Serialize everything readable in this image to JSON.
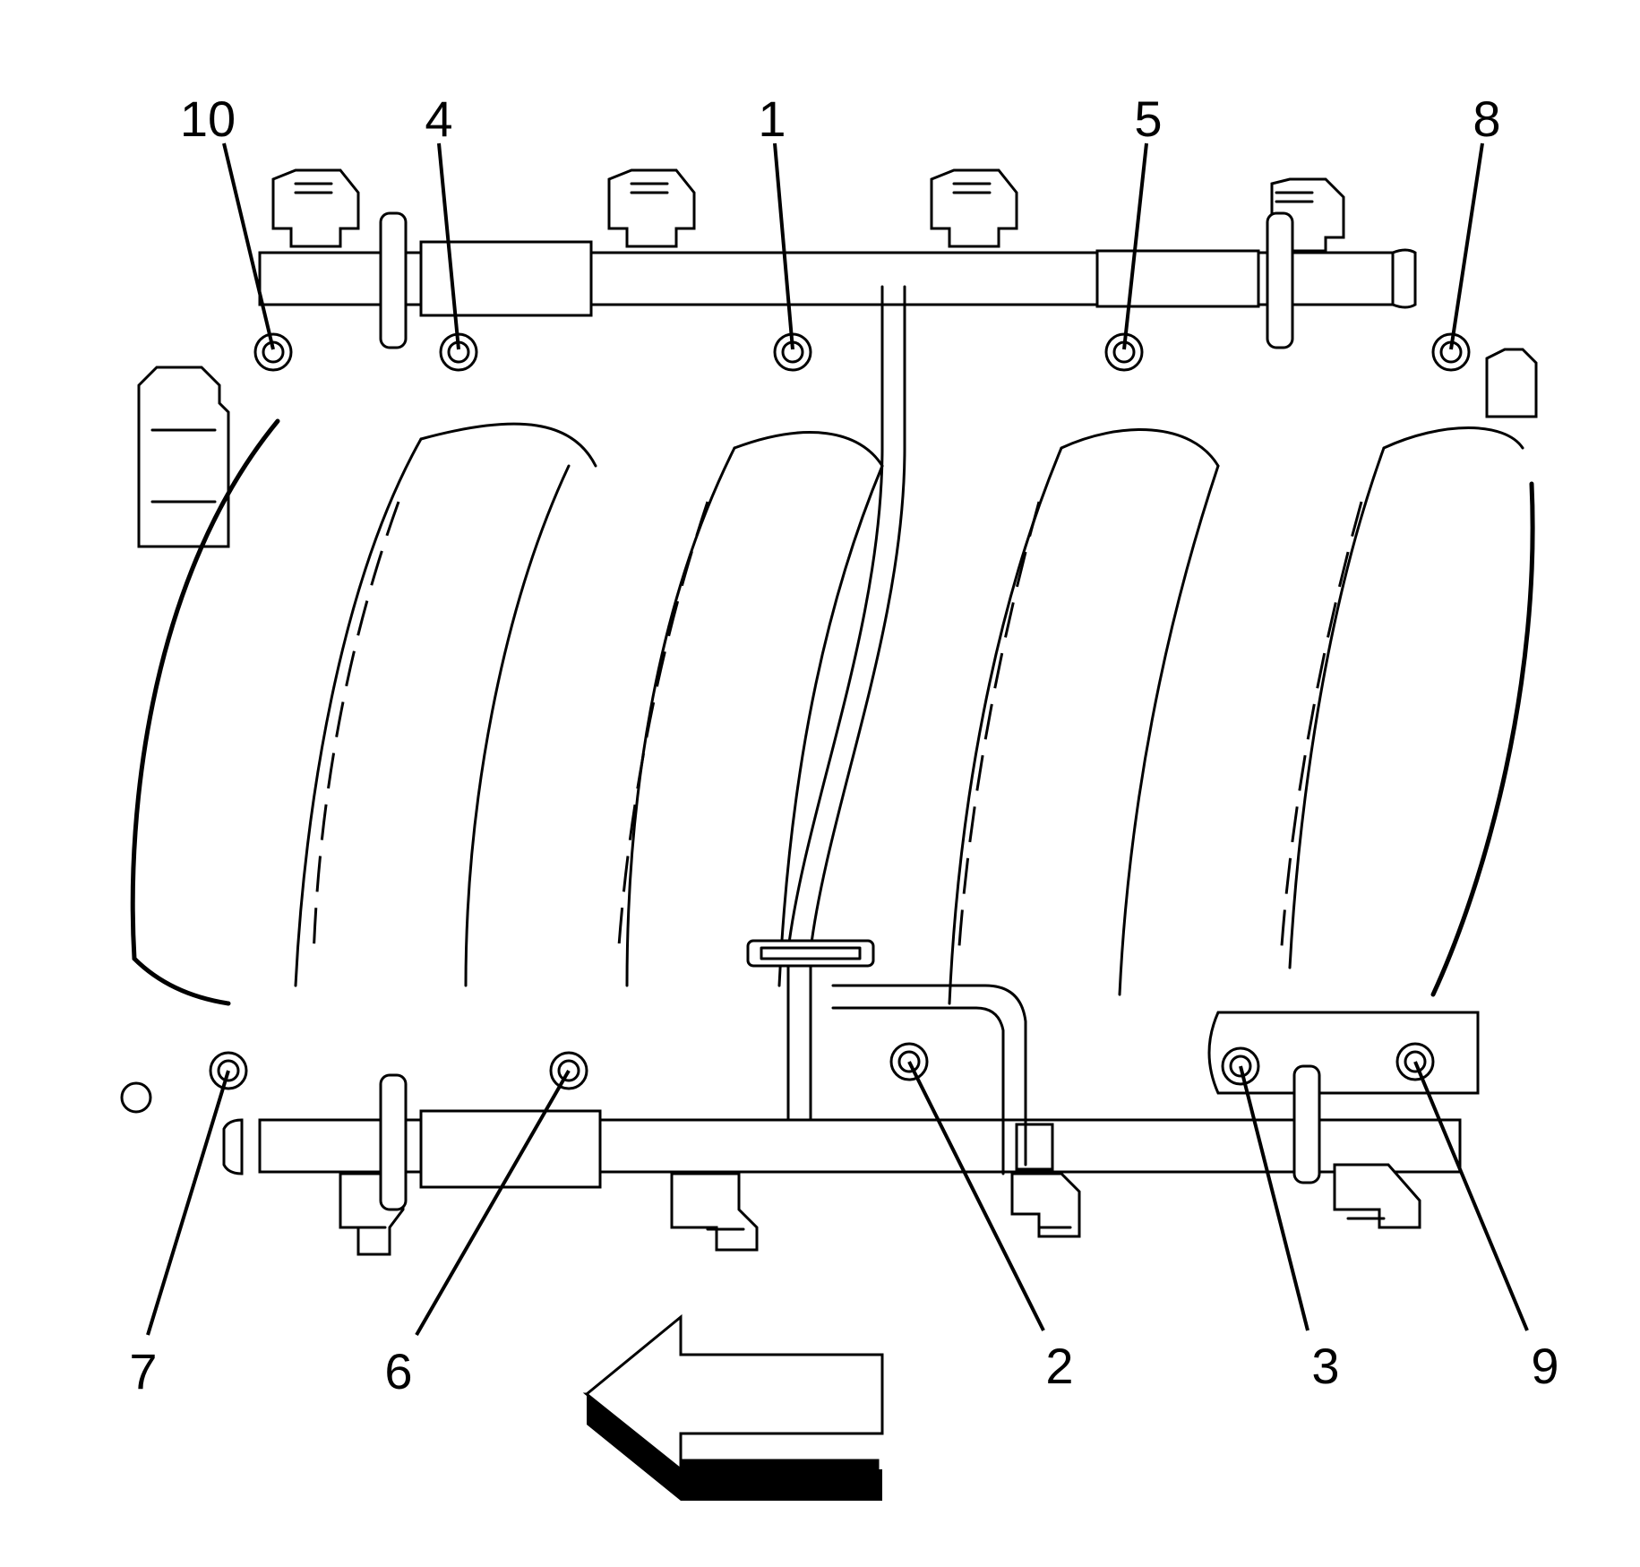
{
  "diagram": {
    "callouts": [
      {
        "id": "c1",
        "text": "1"
      },
      {
        "id": "c2",
        "text": "2"
      },
      {
        "id": "c3",
        "text": "3"
      },
      {
        "id": "c4",
        "text": "4"
      },
      {
        "id": "c5",
        "text": "5"
      },
      {
        "id": "c6",
        "text": "6"
      },
      {
        "id": "c7",
        "text": "7"
      },
      {
        "id": "c8",
        "text": "8"
      },
      {
        "id": "c9",
        "text": "9"
      },
      {
        "id": "c10",
        "text": "10"
      }
    ],
    "direction_arrow_icon": "left-arrow-icon"
  }
}
